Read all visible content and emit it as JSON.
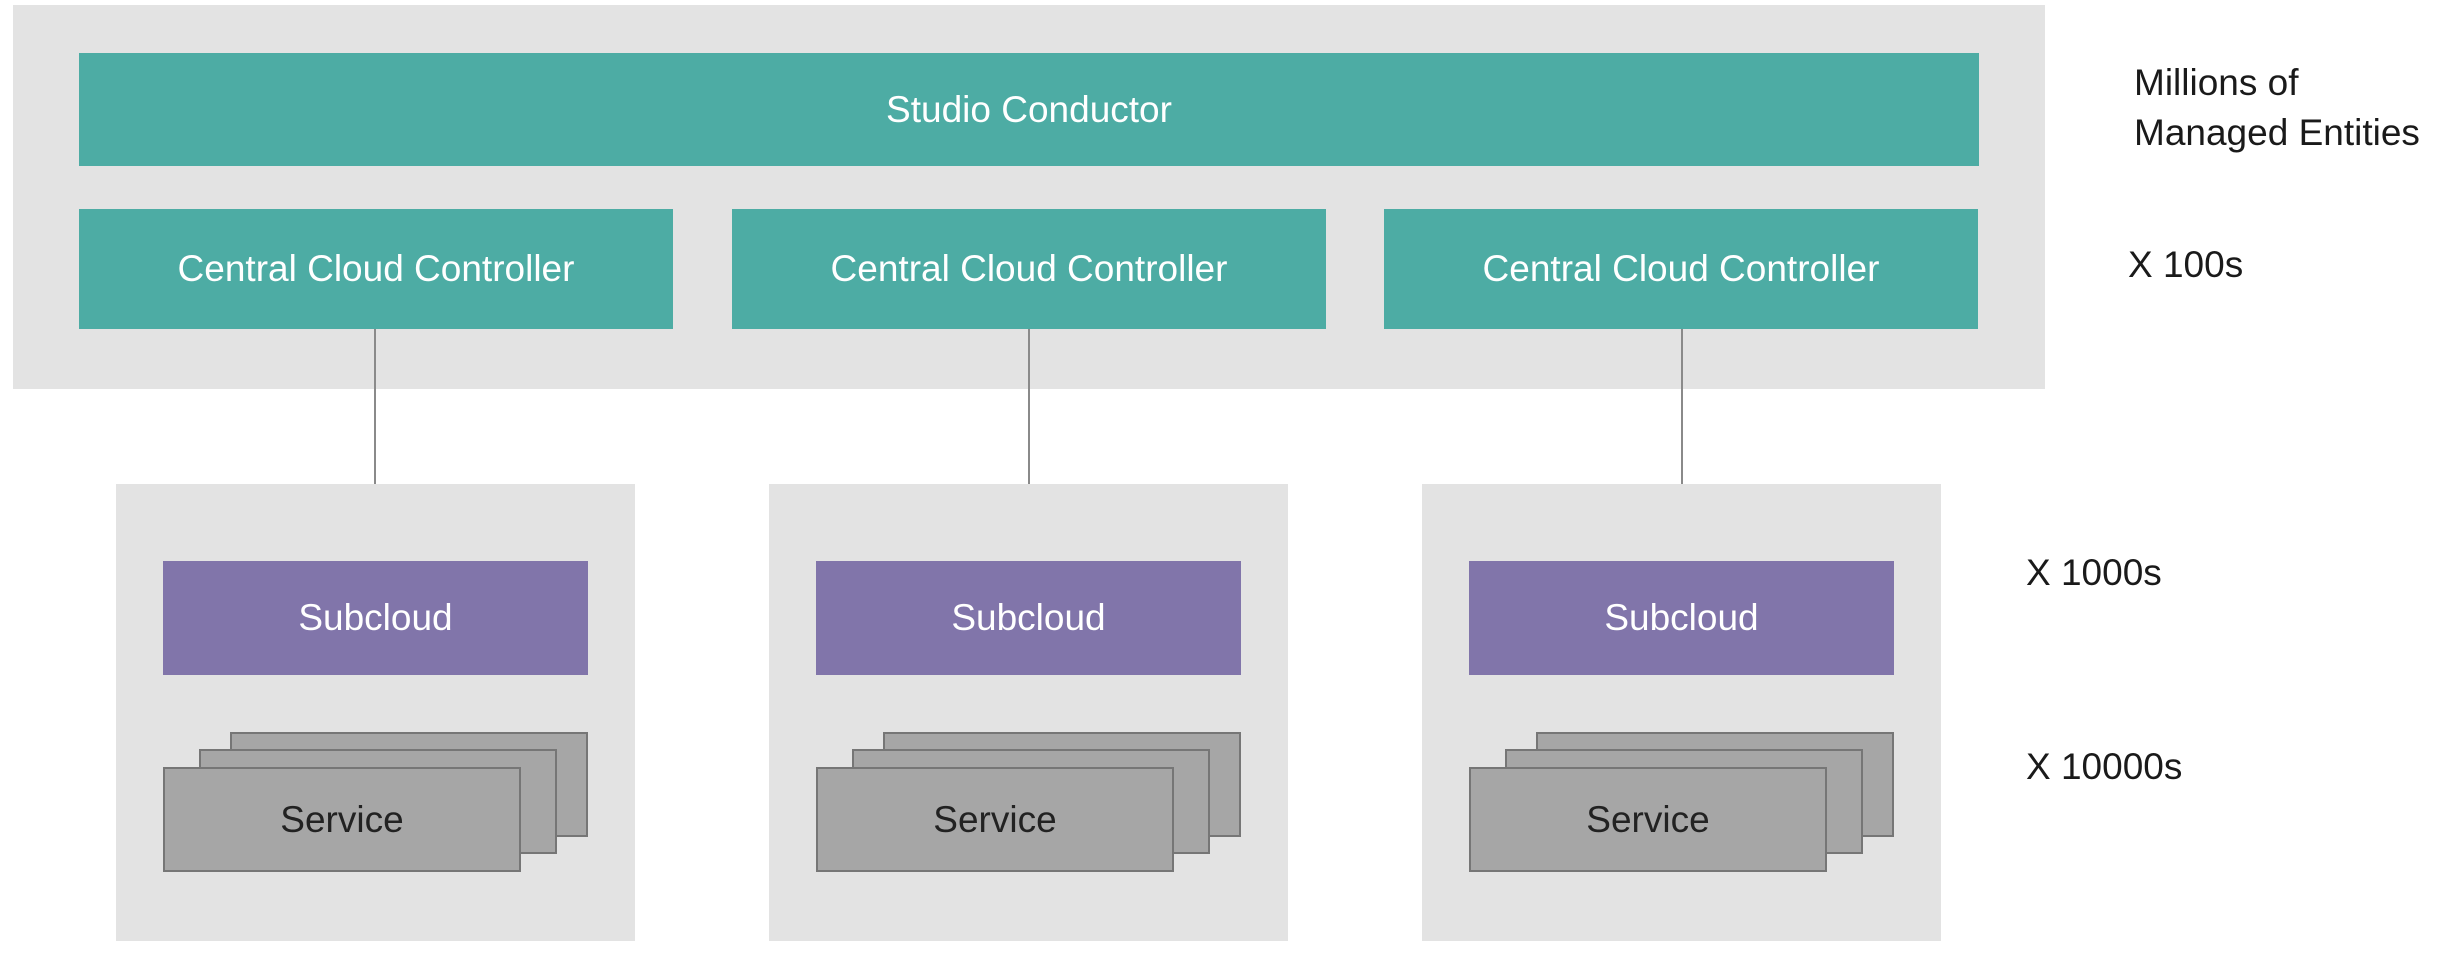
{
  "conductor": {
    "label": "Studio Conductor"
  },
  "controllers": [
    {
      "label": "Central Cloud Controller"
    },
    {
      "label": "Central Cloud Controller"
    },
    {
      "label": "Central Cloud Controller"
    }
  ],
  "subclouds": [
    {
      "label": "Subcloud",
      "service_label": "Service"
    },
    {
      "label": "Subcloud",
      "service_label": "Service"
    },
    {
      "label": "Subcloud",
      "service_label": "Service"
    }
  ],
  "scale_labels": {
    "top_line1": "Millions of",
    "top_line2": "Managed Entities",
    "controllers": "X 100s",
    "subclouds": "X 1000s",
    "services": "X 10000s"
  },
  "colors": {
    "panel": "#e3e3e3",
    "teal": "#4daca4",
    "purple": "#8175aa",
    "service": "#a6a6a6"
  }
}
